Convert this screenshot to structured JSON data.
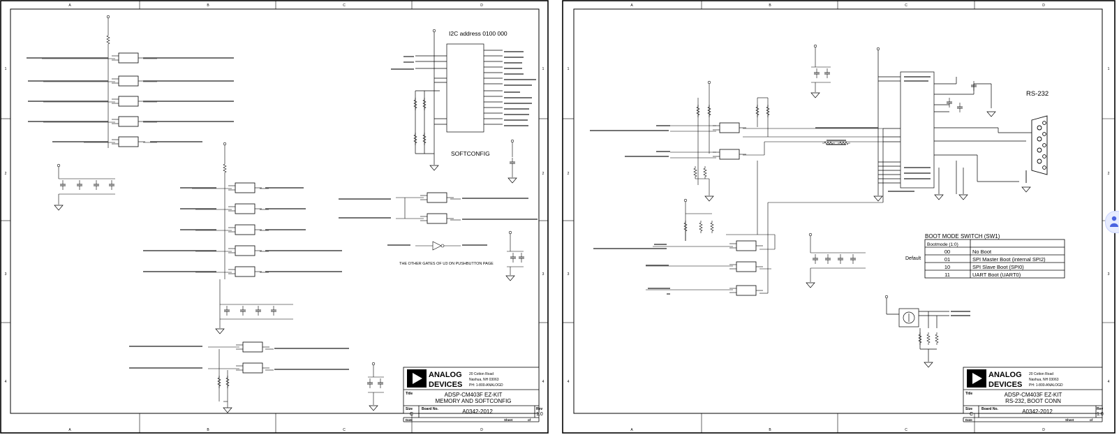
{
  "sheet_left": {
    "grid_cols": [
      "A",
      "B",
      "C",
      "D"
    ],
    "grid_rows": [
      "1",
      "2",
      "3",
      "4"
    ],
    "i2c_title": "I2C address 0100 000",
    "softconfig_label": "SOFTCONFIG",
    "other_gates_note": "THE OTHER GATES OF U3 ON PUSHBUTTON PAGE",
    "company_line1": "ANALOG",
    "company_line2": "DEVICES",
    "address1": "20 Cotton Road",
    "address2": "Nashua, NH 03063",
    "phone": "PH: 1-800-ANALOGD",
    "title_label": "Title",
    "title1": "ADSP-CM403F EZ-KIT",
    "title2": "MEMORY AND SOFTCONFIG",
    "size_label": "Size",
    "size_value": "C",
    "board_label": "Board No.",
    "board_value": "A0342-2012",
    "rev_label": "Rev",
    "rev_value": "1.0",
    "date_label": "Date",
    "sheet_label": "Sheet",
    "of_label": "of"
  },
  "sheet_right": {
    "grid_cols": [
      "A",
      "B",
      "C",
      "D"
    ],
    "grid_rows": [
      "1",
      "2",
      "3",
      "4"
    ],
    "rs232_label": "RS-232",
    "boot_title": "BOOT MODE SWITCH (SW1)",
    "boot_header": "Bootmode (1:0)",
    "default_label": "Default",
    "boot_rows": [
      {
        "code": "00",
        "desc": "No Boot"
      },
      {
        "code": "01",
        "desc": "SPI Master Boot (internal SPI2)"
      },
      {
        "code": "10",
        "desc": "SPI Slave Boot (SPI0)"
      },
      {
        "code": "11",
        "desc": "UART Boot (UART0)"
      }
    ],
    "company_line1": "ANALOG",
    "company_line2": "DEVICES",
    "address1": "20 Cotton Road",
    "address2": "Nashua, NH 03063",
    "phone": "PH: 1-800-ANALOGD",
    "title_label": "Title",
    "title1": "ADSP-CM403F EZ-KIT",
    "title2": "RS-232, BOOT CONN",
    "size_label": "Size",
    "size_value": "C",
    "board_label": "Board No.",
    "board_value": "A0342-2012",
    "rev_label": "Rev",
    "rev_value": "1.0",
    "date_label": "Date",
    "sheet_label": "Sheet",
    "of_label": "of"
  }
}
